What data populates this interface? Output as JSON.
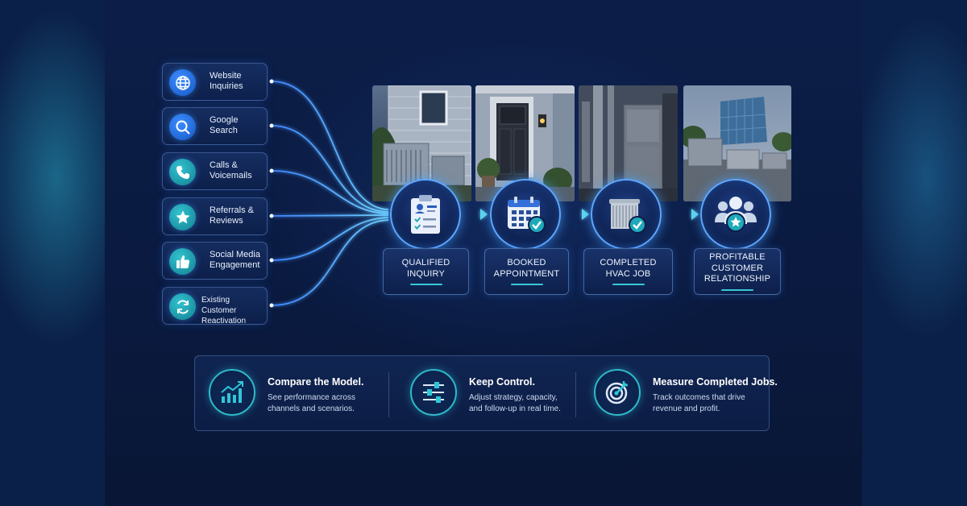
{
  "sources": [
    {
      "label": "Website\nInquiries",
      "icon": "globe-icon",
      "color": "blue"
    },
    {
      "label": "Google\nSearch",
      "icon": "search-icon",
      "color": "blue"
    },
    {
      "label": "Calls &\nVoicemails",
      "icon": "phone-icon",
      "color": "teal"
    },
    {
      "label": "Referrals &\nReviews",
      "icon": "star-icon",
      "color": "teal"
    },
    {
      "label": "Social Media\nEngagement",
      "icon": "thumbs-up-icon",
      "color": "teal"
    },
    {
      "label": "Existing Customer\nReactivation",
      "icon": "refresh-icon",
      "color": "teal"
    }
  ],
  "stages": [
    {
      "label": "QUALIFIED\nINQUIRY",
      "icon": "clipboard-checklist-icon"
    },
    {
      "label": "BOOKED\nAPPOINTMENT",
      "icon": "calendar-check-icon"
    },
    {
      "label": "COMPLETED\nHVAC JOB",
      "icon": "ac-unit-check-icon"
    },
    {
      "label": "PROFITABLE\nCUSTOMER\nRELATIONSHIP",
      "icon": "customers-star-icon"
    }
  ],
  "photos": [
    {
      "subject": "house-ac-unit-photo"
    },
    {
      "subject": "front-door-photo"
    },
    {
      "subject": "mechanical-room-photo"
    },
    {
      "subject": "commercial-rooftop-photo"
    }
  ],
  "features": [
    {
      "title": "Compare the Model.",
      "desc": "See performance across\nchannels and scenarios.",
      "icon": "growth-chart-icon"
    },
    {
      "title": "Keep Control.",
      "desc": "Adjust strategy, capacity,\nand follow-up in real time.",
      "icon": "sliders-icon"
    },
    {
      "title": "Measure Completed Jobs.",
      "desc": "Track outcomes that drive\nrevenue and profit.",
      "icon": "target-icon"
    }
  ],
  "colors": {
    "background": "#0a1838",
    "accent_blue": "#3d8dff",
    "accent_teal": "#2fb9c9",
    "glow": "#5fa6ff"
  }
}
